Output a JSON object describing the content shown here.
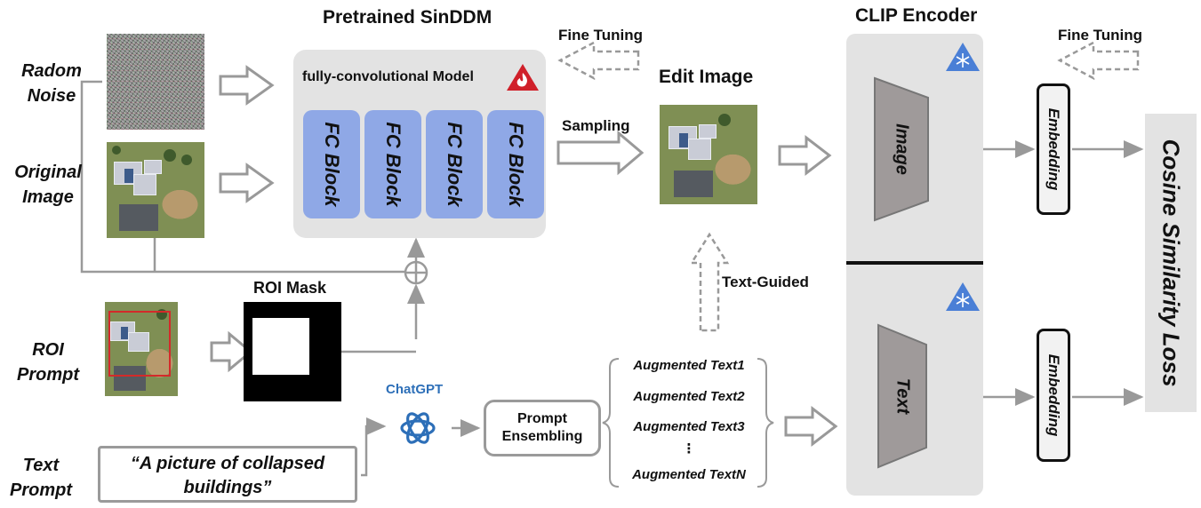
{
  "left_labels": {
    "random_noise": "Radom\nNoise",
    "original_image": "Original\nImage",
    "roi_prompt": "ROI\nPrompt",
    "text_prompt": "Text\nPrompt"
  },
  "sinddm": {
    "title": "Pretrained SinDDM",
    "model_label": "fully-convolutional Model",
    "blocks": [
      "FC Block",
      "FC Block",
      "FC Block",
      "FC Block"
    ]
  },
  "fine_tuning_1": "Fine Tuning",
  "fine_tuning_2": "Fine Tuning",
  "sampling": "Sampling",
  "edit_image": "Edit Image",
  "text_guided": "Text-Guided",
  "roi_mask": "ROI Mask",
  "chatgpt": "ChatGPT",
  "prompt_ensembling": "Prompt\nEnsembling",
  "text_prompt_value": "“A picture of collapsed\nbuildings”",
  "augmented_texts": [
    "Augmented Text1",
    "Augmented Text2",
    "Augmented Text3",
    "⋮",
    "Augmented TextN"
  ],
  "clip": {
    "title": "CLIP Encoder",
    "image_encoder": "Image",
    "text_encoder": "Text"
  },
  "embedding_1": "Embedding",
  "embedding_2": "Embedding",
  "loss": "Cosine Similarity Loss",
  "colors": {
    "fc_block": "#8fa8e6",
    "panel": "#e3e3e3",
    "frozen_badge": "#4a7fd6",
    "train_badge": "#d0202a",
    "chatgpt": "#2d6fb8"
  }
}
